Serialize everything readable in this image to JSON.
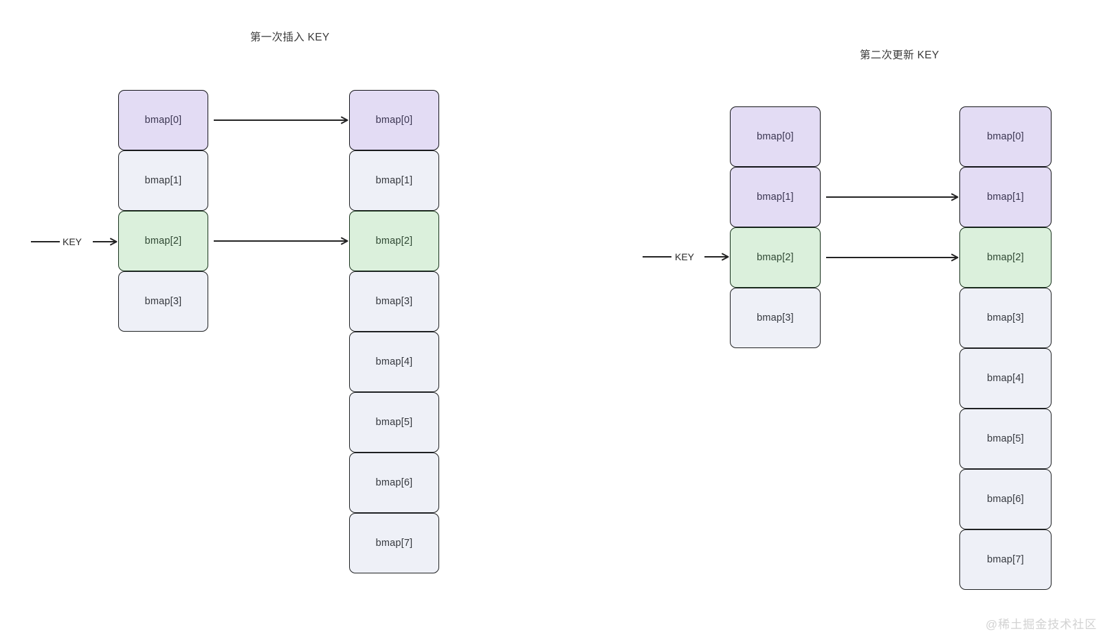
{
  "diagrams": [
    {
      "title": "第一次插入 KEY",
      "key_label": "KEY",
      "before": {
        "cells": [
          {
            "label": "bmap[0]",
            "fill": "purple"
          },
          {
            "label": "bmap[1]",
            "fill": "light"
          },
          {
            "label": "bmap[2]",
            "fill": "green"
          },
          {
            "label": "bmap[3]",
            "fill": "light"
          }
        ]
      },
      "after": {
        "cells": [
          {
            "label": "bmap[0]",
            "fill": "purple"
          },
          {
            "label": "bmap[1]",
            "fill": "light"
          },
          {
            "label": "bmap[2]",
            "fill": "green"
          },
          {
            "label": "bmap[3]",
            "fill": "light"
          },
          {
            "label": "bmap[4]",
            "fill": "light"
          },
          {
            "label": "bmap[5]",
            "fill": "light"
          },
          {
            "label": "bmap[6]",
            "fill": "light"
          },
          {
            "label": "bmap[7]",
            "fill": "light"
          }
        ]
      },
      "connectors": [
        {
          "from_index": 0,
          "to_index": 0
        },
        {
          "from_index": 2,
          "to_index": 2
        }
      ]
    },
    {
      "title": "第二次更新 KEY",
      "key_label": "KEY",
      "before": {
        "cells": [
          {
            "label": "bmap[0]",
            "fill": "purple"
          },
          {
            "label": "bmap[1]",
            "fill": "purple"
          },
          {
            "label": "bmap[2]",
            "fill": "green"
          },
          {
            "label": "bmap[3]",
            "fill": "light"
          }
        ]
      },
      "after": {
        "cells": [
          {
            "label": "bmap[0]",
            "fill": "purple"
          },
          {
            "label": "bmap[1]",
            "fill": "purple"
          },
          {
            "label": "bmap[2]",
            "fill": "green"
          },
          {
            "label": "bmap[3]",
            "fill": "light"
          },
          {
            "label": "bmap[4]",
            "fill": "light"
          },
          {
            "label": "bmap[5]",
            "fill": "light"
          },
          {
            "label": "bmap[6]",
            "fill": "light"
          },
          {
            "label": "bmap[7]",
            "fill": "light"
          }
        ]
      },
      "connectors": [
        {
          "from_index": 1,
          "to_index": 1
        },
        {
          "from_index": 2,
          "to_index": 2
        }
      ]
    }
  ],
  "watermark": "@稀土掘金技术社区",
  "colors": {
    "purple_fill": "#e3dcf4",
    "green_fill": "#dbf0dc",
    "light_fill": "#eef0f7",
    "border": "#1d1f21",
    "arrow": "#222222",
    "text": "#34373d",
    "watermark": "#d2d2d2"
  }
}
